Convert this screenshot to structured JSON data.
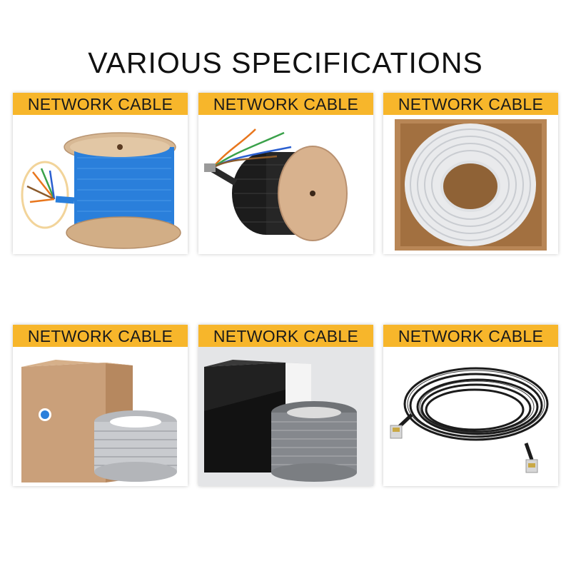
{
  "title": "VARIOUS SPECIFICATIONS",
  "cards": [
    {
      "label": "NETWORK CABLE",
      "image": "blue-cable-spool"
    },
    {
      "label": "NETWORK CABLE",
      "image": "black-cable-on-wooden-reel"
    },
    {
      "label": "NETWORK CABLE",
      "image": "white-cable-coil-in-box"
    },
    {
      "label": "NETWORK CABLE",
      "image": "cardboard-box-with-grey-coil"
    },
    {
      "label": "NETWORK CABLE",
      "image": "black-white-box-with-grey-coil"
    },
    {
      "label": "NETWORK CABLE",
      "image": "black-patch-cable-coil"
    }
  ],
  "colors": {
    "label_bg": "#f7b62b",
    "title": "#111111",
    "card_shadow": "#c8c8c8"
  }
}
